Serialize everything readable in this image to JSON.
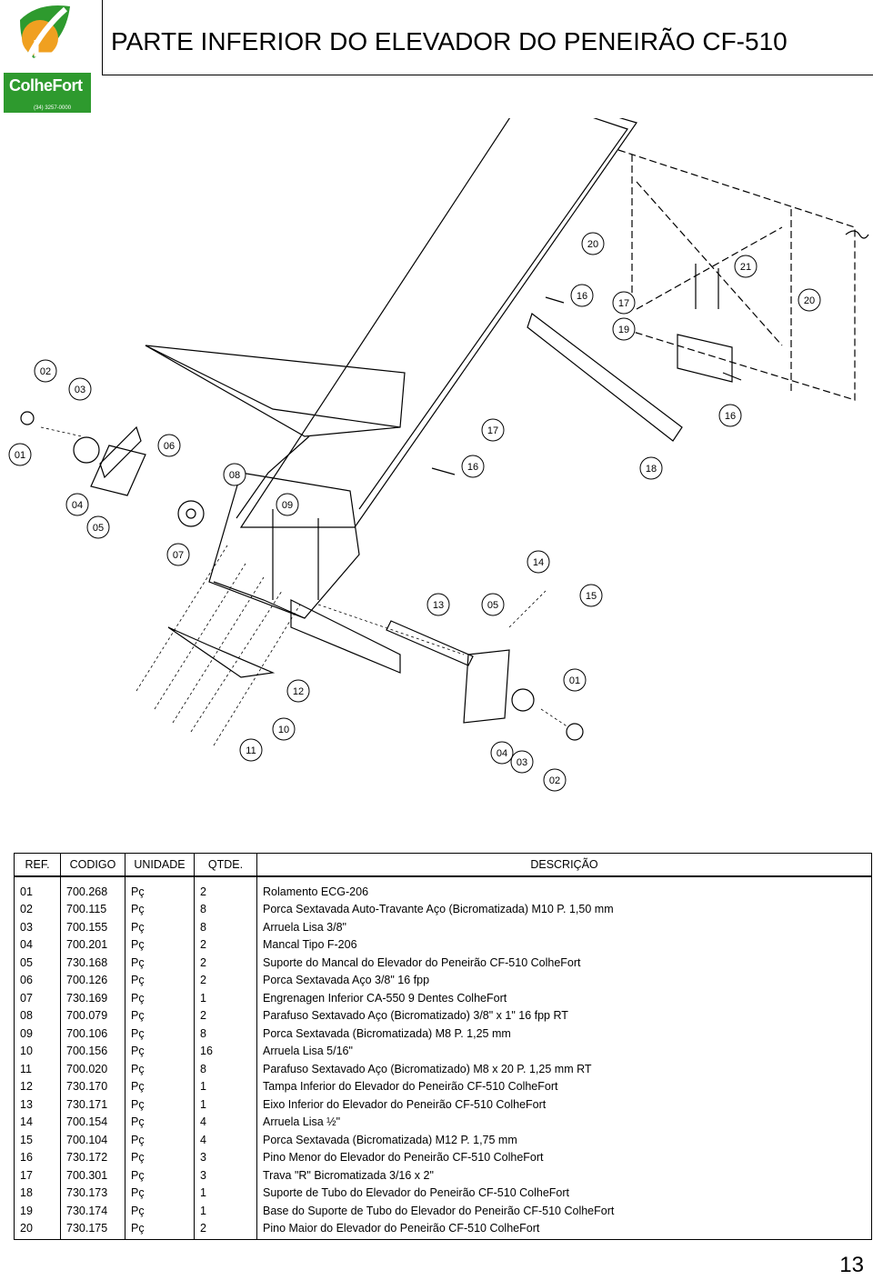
{
  "header": {
    "brand": "ColheFort",
    "brand_sub": "(34) 3257-0000",
    "title": "PARTE INFERIOR DO ELEVADOR DO PENEIRÃO CF-510"
  },
  "callouts": [
    "20",
    "21",
    "16",
    "17",
    "20",
    "19",
    "16",
    "02",
    "03",
    "17",
    "01",
    "06",
    "16",
    "18",
    "08",
    "04",
    "09",
    "05",
    "07",
    "14",
    "13",
    "05",
    "15",
    "12",
    "01",
    "10",
    "11",
    "04",
    "03",
    "02"
  ],
  "table": {
    "headers": {
      "ref": "REF.",
      "codigo": "CODIGO",
      "unidade": "UNIDADE",
      "qtde": "QTDE.",
      "descricao": "DESCRIÇÃO"
    },
    "rows": [
      {
        "ref": "01",
        "codigo": "700.268",
        "unidade": "Pç",
        "qtde": "2",
        "descricao": "Rolamento ECG-206"
      },
      {
        "ref": "02",
        "codigo": "700.115",
        "unidade": "Pç",
        "qtde": "8",
        "descricao": "Porca Sextavada Auto-Travante Aço (Bicromatizada) M10 P. 1,50 mm"
      },
      {
        "ref": "03",
        "codigo": "700.155",
        "unidade": "Pç",
        "qtde": "8",
        "descricao": "Arruela Lisa 3/8\""
      },
      {
        "ref": "04",
        "codigo": "700.201",
        "unidade": "Pç",
        "qtde": "2",
        "descricao": "Mancal Tipo F-206"
      },
      {
        "ref": "05",
        "codigo": "730.168",
        "unidade": "Pç",
        "qtde": "2",
        "descricao": "Suporte do Mancal do Elevador do Peneirão CF-510 ColheFort"
      },
      {
        "ref": "06",
        "codigo": "700.126",
        "unidade": "Pç",
        "qtde": "2",
        "descricao": "Porca Sextavada Aço 3/8\" 16 fpp"
      },
      {
        "ref": "07",
        "codigo": "730.169",
        "unidade": "Pç",
        "qtde": "1",
        "descricao": "Engrenagen Inferior CA-550 9 Dentes ColheFort"
      },
      {
        "ref": "08",
        "codigo": "700.079",
        "unidade": "Pç",
        "qtde": "2",
        "descricao": "Parafuso Sextavado Aço (Bicromatizado) 3/8\" x 1\"  16 fpp RT"
      },
      {
        "ref": "09",
        "codigo": "700.106",
        "unidade": "Pç",
        "qtde": "8",
        "descricao": "Porca Sextavada (Bicromatizada) M8 P. 1,25 mm"
      },
      {
        "ref": "10",
        "codigo": "700.156",
        "unidade": "Pç",
        "qtde": "16",
        "descricao": "Arruela Lisa 5/16\""
      },
      {
        "ref": "11",
        "codigo": "700.020",
        "unidade": "Pç",
        "qtde": "8",
        "descricao": "Parafuso Sextavado Aço (Bicromatizado) M8 x 20 P. 1,25 mm RT"
      },
      {
        "ref": "12",
        "codigo": "730.170",
        "unidade": "Pç",
        "qtde": "1",
        "descricao": "Tampa Inferior do Elevador do Peneirão CF-510 ColheFort"
      },
      {
        "ref": "13",
        "codigo": "730.171",
        "unidade": "Pç",
        "qtde": "1",
        "descricao": "Eixo Inferior do Elevador do Peneirão CF-510 ColheFort"
      },
      {
        "ref": "14",
        "codigo": "700.154",
        "unidade": "Pç",
        "qtde": "4",
        "descricao": "Arruela Lisa ½\""
      },
      {
        "ref": "15",
        "codigo": "700.104",
        "unidade": "Pç",
        "qtde": "4",
        "descricao": "Porca Sextavada (Bicromatizada) M12 P. 1,75 mm"
      },
      {
        "ref": "16",
        "codigo": "730.172",
        "unidade": "Pç",
        "qtde": "3",
        "descricao": "Pino Menor do Elevador do Peneirão CF-510 ColheFort"
      },
      {
        "ref": "17",
        "codigo": "700.301",
        "unidade": "Pç",
        "qtde": "3",
        "descricao": "Trava \"R\" Bicromatizada 3/16 x 2\""
      },
      {
        "ref": "18",
        "codigo": "730.173",
        "unidade": "Pç",
        "qtde": "1",
        "descricao": "Suporte de Tubo do Elevador do Peneirão CF-510 ColheFort"
      },
      {
        "ref": "19",
        "codigo": "730.174",
        "unidade": "Pç",
        "qtde": "1",
        "descricao": "Base do Suporte de Tubo do Elevador do Peneirão CF-510 ColheFort"
      },
      {
        "ref": "20",
        "codigo": "730.175",
        "unidade": "Pç",
        "qtde": "2",
        "descricao": "Pino Maior do Elevador do Peneirão CF-510 ColheFort"
      }
    ]
  },
  "page_number": "13",
  "colors": {
    "brand_green": "#2e9a2e",
    "brand_orange": "#f0a020"
  }
}
